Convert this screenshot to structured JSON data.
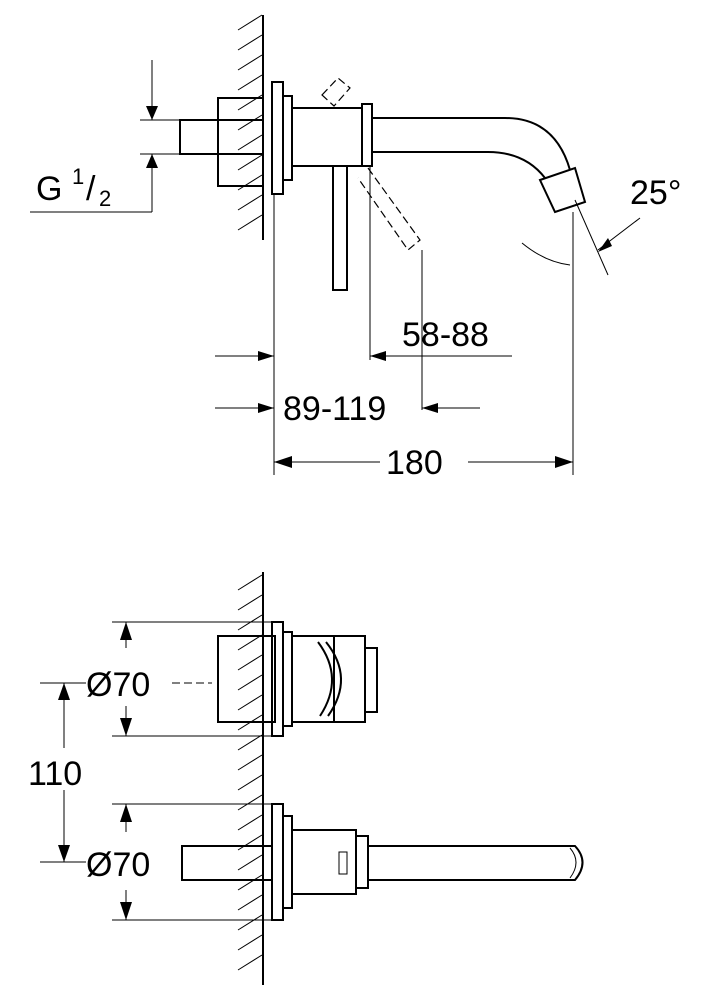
{
  "labels": {
    "thread_main": "G",
    "thread_num": "1",
    "thread_den": "2",
    "angle": "25°",
    "depth_min": "58-88",
    "depth_max": "89-119",
    "length": "180",
    "rosette_top": "Ø70",
    "spacing": "110",
    "rosette_bottom": "Ø70"
  }
}
